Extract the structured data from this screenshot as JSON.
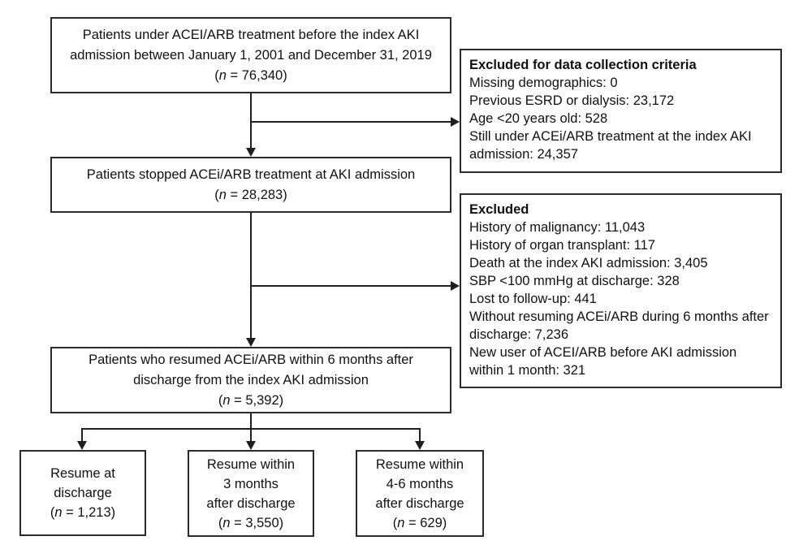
{
  "colors": {
    "background": "#ffffff",
    "line": "#1f1f1f",
    "box_border": "#2b2b2b",
    "text": "#111111"
  },
  "boxes": {
    "cohort_top": {
      "lines": [
        "Patients under ACEI/ARB treatment before the index AKI",
        "admission between January 1, 2001 and December 31, 2019"
      ],
      "n": {
        "open": "(",
        "var": "n",
        "rest": " = 76,340)"
      }
    },
    "cohort_stopped": {
      "lines": [
        "Patients stopped ACEi/ARB treatment at AKI admission"
      ],
      "n": {
        "open": "(",
        "var": "n",
        "rest": " = 28,283)"
      }
    },
    "cohort_resumed": {
      "lines": [
        "Patients who resumed ACEi/ARB within 6 months after",
        "discharge from the index AKI admission"
      ],
      "n": {
        "open": "(",
        "var": "n",
        "rest": " = 5,392)"
      }
    },
    "resume_discharge": {
      "lines": [
        "Resume at",
        "discharge"
      ],
      "n": {
        "open": "(",
        "var": "n",
        "rest": " = 1,213)"
      }
    },
    "resume_3m": {
      "lines": [
        "Resume within",
        "3 months",
        "after discharge"
      ],
      "n": {
        "open": "(",
        "var": "n",
        "rest": " = 3,550)"
      }
    },
    "resume_46m": {
      "lines": [
        "Resume within",
        "4-6 months",
        "after discharge"
      ],
      "n": {
        "open": "(",
        "var": "n",
        "rest": " = 629)"
      }
    }
  },
  "exclusions": {
    "data_collection": {
      "title": "Excluded for data collection criteria",
      "items": [
        "Missing demographics: 0",
        "Previous ESRD or dialysis: 23,172",
        "Age <20 years old: 528",
        "Still under ACEi/ARB treatment at the index AKI admission: 24,357"
      ]
    },
    "clinical": {
      "title": "Excluded",
      "items": [
        "History of malignancy: 11,043",
        "History of organ transplant: 117",
        "Death at the index AKI admission: 3,405",
        "SBP <100 mmHg at discharge: 328",
        "Lost to follow-up: 441",
        "Without resuming ACEi/ARB during 6 months after discharge: 7,236",
        "New user of ACEI/ARB before AKI admission within 1 month: 321"
      ]
    }
  }
}
